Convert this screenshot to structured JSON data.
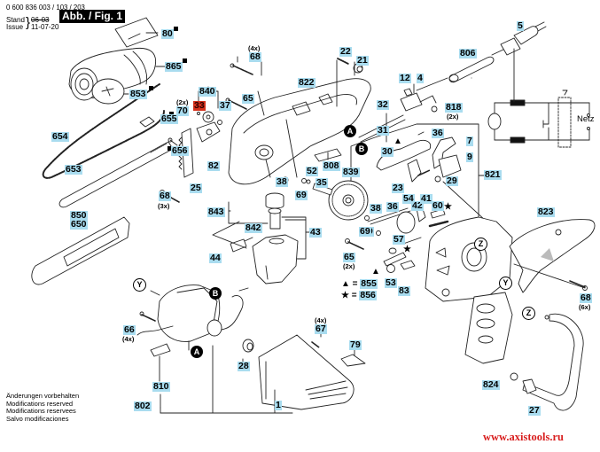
{
  "header": {
    "part_number": "0 600 836 003 / 103 / 203",
    "stand_label": "Stand",
    "issue_label": "Issue",
    "stand_value": "06-03",
    "issue_value": "11-07-20",
    "figure_label": "Abb. / Fig. 1"
  },
  "labels": {
    "p80": "80",
    "p865": "865",
    "p853": "853",
    "p840": "840",
    "p33": "33",
    "p37": "37",
    "p70": "70",
    "p70_qty": "(2x)",
    "p655": "655",
    "p656": "656",
    "p654": "654",
    "p653": "653",
    "p82": "82",
    "p25": "25",
    "p68a": "68",
    "p68a_qty": "(3x)",
    "p68b": "68",
    "p68b_qty": "(4x)",
    "p65a": "65",
    "p822": "822",
    "p22": "22",
    "p21": "21",
    "p12": "12",
    "p4": "4",
    "p806": "806",
    "p5": "5",
    "p818": "818",
    "p818_qty": "(2x)",
    "p32": "32",
    "p31": "31",
    "p808": "808",
    "p36a": "36",
    "p7": "7",
    "p30": "30",
    "p9": "9",
    "p821": "821",
    "p29": "29",
    "p23": "23",
    "p52": "52",
    "p35": "35",
    "p839": "839",
    "p69a": "69",
    "p38a": "38",
    "p69b": "69",
    "p843": "843",
    "p842": "842",
    "p43": "43",
    "p44": "44",
    "p38b": "38",
    "p36b": "36",
    "p54": "54",
    "p42": "42",
    "p41": "41",
    "p60": "60",
    "p69c": "69",
    "p57": "57",
    "p65b": "65",
    "p65b_qty": "(2x)",
    "p53": "53",
    "p83": "83",
    "p823": "823",
    "p68c": "68",
    "p68c_qty": "(6x)",
    "p850": "850",
    "p650": "650",
    "p66": "66",
    "p66_qty": "(4x)",
    "p67": "67",
    "p67_qty": "(4x)",
    "p28": "28",
    "p79": "79",
    "p810": "810",
    "p802": "802",
    "p1": "1",
    "p824": "824",
    "p27": "27"
  },
  "markers": {
    "A": "A",
    "B": "B",
    "Y": "Y",
    "Z": "Z",
    "triangle": "▲",
    "star": "★"
  },
  "legend": {
    "triangle_eq": "▲ =",
    "triangle_part": "855",
    "star_eq": "★ =",
    "star_part": "856"
  },
  "schematic": {
    "supply_label": "Netz"
  },
  "notes": [
    "Änderungen vorbehalten",
    "Modifications reserved",
    "Modifications reservees",
    "Salvo modificaciones"
  ],
  "website": "www.axistools.ru",
  "colors": {
    "label_bg": "#a9dcef",
    "highlight_bg": "#d4311c",
    "website_text": "#d81f1f"
  }
}
